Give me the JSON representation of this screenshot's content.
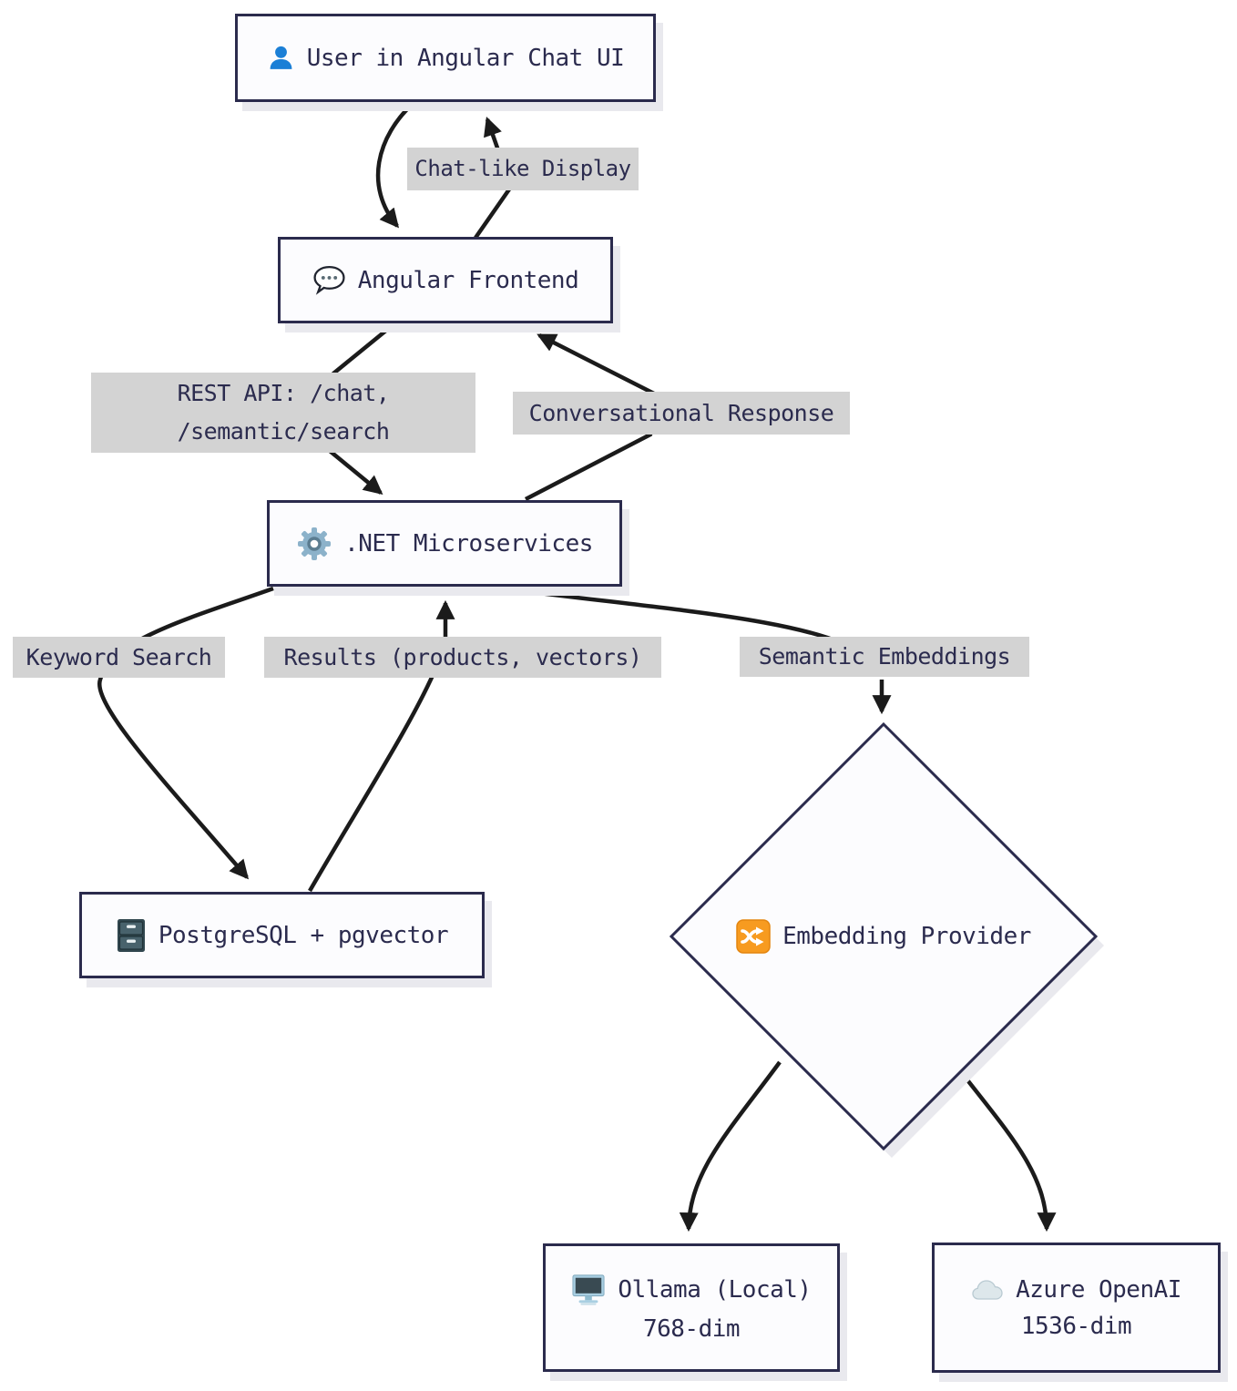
{
  "diagram": {
    "type": "flowchart",
    "nodes": {
      "user": {
        "label": "User in Angular Chat UI",
        "icon": "person-icon"
      },
      "frontend": {
        "label": "Angular Frontend",
        "icon": "speech-bubble-icon"
      },
      "dotnet": {
        "label": ".NET Microservices",
        "icon": "gear-icon"
      },
      "postgres": {
        "label": "PostgreSQL + pgvector",
        "icon": "file-cabinet-icon"
      },
      "provider": {
        "label": "Embedding Provider",
        "icon": "shuffle-icon"
      },
      "ollama": {
        "label": "Ollama (Local)",
        "sublabel": "768-dim",
        "icon": "desktop-computer-icon"
      },
      "azure": {
        "label": "Azure OpenAI",
        "sublabel": "1536-dim",
        "icon": "cloud-icon"
      }
    },
    "edge_labels": {
      "chat_display": "Chat-like Display",
      "rest_api": [
        "REST API: /chat,",
        "/semantic/search"
      ],
      "conversational": "Conversational Response",
      "keyword": "Keyword Search",
      "results": "Results (products, vectors)",
      "semantic": "Semantic Embeddings"
    },
    "edges": [
      {
        "from": "user",
        "to": "frontend",
        "label": ""
      },
      {
        "from": "frontend",
        "to": "user",
        "label": "Chat-like Display"
      },
      {
        "from": "frontend",
        "to": "dotnet",
        "label": "REST API: /chat, /semantic/search"
      },
      {
        "from": "dotnet",
        "to": "frontend",
        "label": "Conversational Response"
      },
      {
        "from": "dotnet",
        "to": "postgres",
        "label": "Keyword Search"
      },
      {
        "from": "postgres",
        "to": "dotnet",
        "label": "Results (products, vectors)"
      },
      {
        "from": "dotnet",
        "to": "provider",
        "label": "Semantic Embeddings"
      },
      {
        "from": "provider",
        "to": "ollama",
        "label": ""
      },
      {
        "from": "provider",
        "to": "azure",
        "label": ""
      }
    ],
    "colors": {
      "node_border": "#2b2b4d",
      "node_fill": "#fcfcfe",
      "node_shadow": "#e9e9ee",
      "text": "#2b2b4e",
      "edge_label_bg": "#d3d3d3",
      "arrow": "#1b1b1b",
      "person_blue": "#1b7fd6",
      "gear_blue": "#8cb2ca",
      "cabinet_slate": "#31474f",
      "shuffle_orange": "#f79b20",
      "monitor_frame": "#a9cfe2",
      "cloud_gray": "#dde7eb"
    }
  }
}
